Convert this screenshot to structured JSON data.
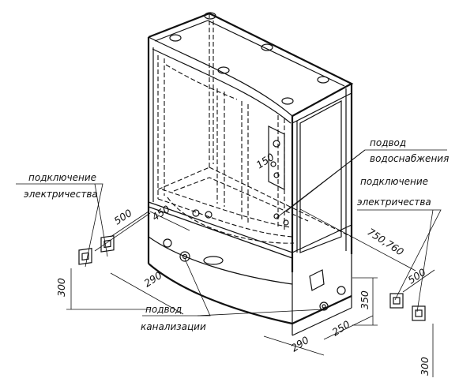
{
  "labels": {
    "electricity_left_line1": "подключение",
    "electricity_left_line2": "электричества",
    "water_line1": "подвод",
    "water_line2": "водоснабжения",
    "electricity_right_line1": "подключение",
    "electricity_right_line2": "электричества",
    "sewer_line1": "подвод",
    "sewer_line2": "канализации"
  },
  "dimensions": {
    "d500_left": "500",
    "d450": "450",
    "d300_left": "300",
    "d290_left": "290",
    "d150": "150",
    "d750_760": "750,760",
    "d500_right": "500",
    "d350": "350",
    "d250": "250",
    "d290_right": "290",
    "d300_right": "300"
  }
}
